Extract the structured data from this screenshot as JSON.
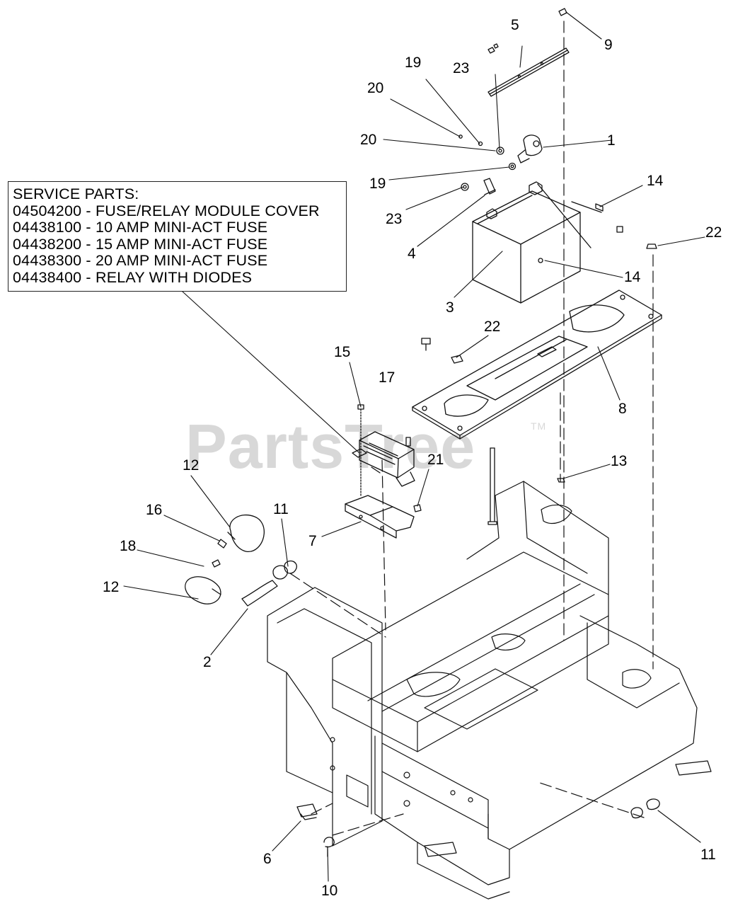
{
  "service_parts": {
    "heading": "SERVICE PARTS:",
    "items": [
      "04504200 - FUSE/RELAY MODULE COVER",
      "04438100 - 10 AMP MINI-ACT FUSE",
      "04438200 - 15 AMP MINI-ACT FUSE",
      "04438300 - 20 AMP MINI-ACT FUSE",
      "04438400 - RELAY WITH DIODES"
    ]
  },
  "watermark": {
    "text": "PartsTree",
    "tm": "TM"
  },
  "callouts": {
    "c1": "1",
    "c2": "2",
    "c3": "3",
    "c4": "4",
    "c5": "5",
    "c6": "6",
    "c7": "7",
    "c8": "8",
    "c9": "9",
    "c10": "10",
    "c11a": "11",
    "c11b": "11",
    "c12a": "12",
    "c12b": "12",
    "c13": "13",
    "c14a": "14",
    "c14b": "14",
    "c15": "15",
    "c16": "16",
    "c17": "17",
    "c18": "18",
    "c19a": "19",
    "c19b": "19",
    "c20a": "20",
    "c20b": "20",
    "c21": "21",
    "c22a": "22",
    "c22b": "22",
    "c23a": "23",
    "c23b": "23"
  }
}
